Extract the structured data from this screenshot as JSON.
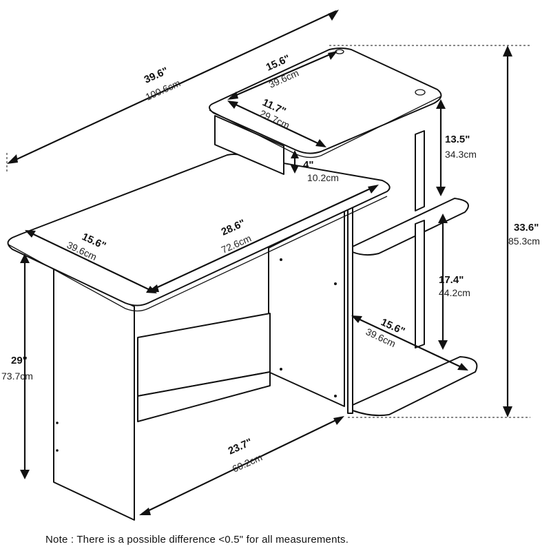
{
  "dimensions": {
    "overall_width": {
      "inches": "39.6\"",
      "cm": "100.6cm"
    },
    "top_shelf_depth": {
      "inches": "15.6\"",
      "cm": "39.6cm"
    },
    "top_shelf_width": {
      "inches": "11.7\"",
      "cm": "29.7cm"
    },
    "top_shelf_clearance": {
      "inches": "13.5\"",
      "cm": "34.3cm"
    },
    "riser_height": {
      "inches": "4\"",
      "cm": "10.2cm"
    },
    "total_height": {
      "inches": "33.6\"",
      "cm": "85.3cm"
    },
    "desk_depth": {
      "inches": "15.6\"",
      "cm": "39.6cm"
    },
    "desk_width": {
      "inches": "28.6\"",
      "cm": "72.6cm"
    },
    "middle_shelf_clearance": {
      "inches": "17.4\"",
      "cm": "44.2cm"
    },
    "bottom_shelf_depth": {
      "inches": "15.6\"",
      "cm": "39.6cm"
    },
    "desk_height": {
      "inches": "29\"",
      "cm": "73.7cm"
    },
    "knee_width": {
      "inches": "23.7\"",
      "cm": "60.2cm"
    }
  },
  "note": "Note : There is a possible difference <0.5\" for all measurements."
}
